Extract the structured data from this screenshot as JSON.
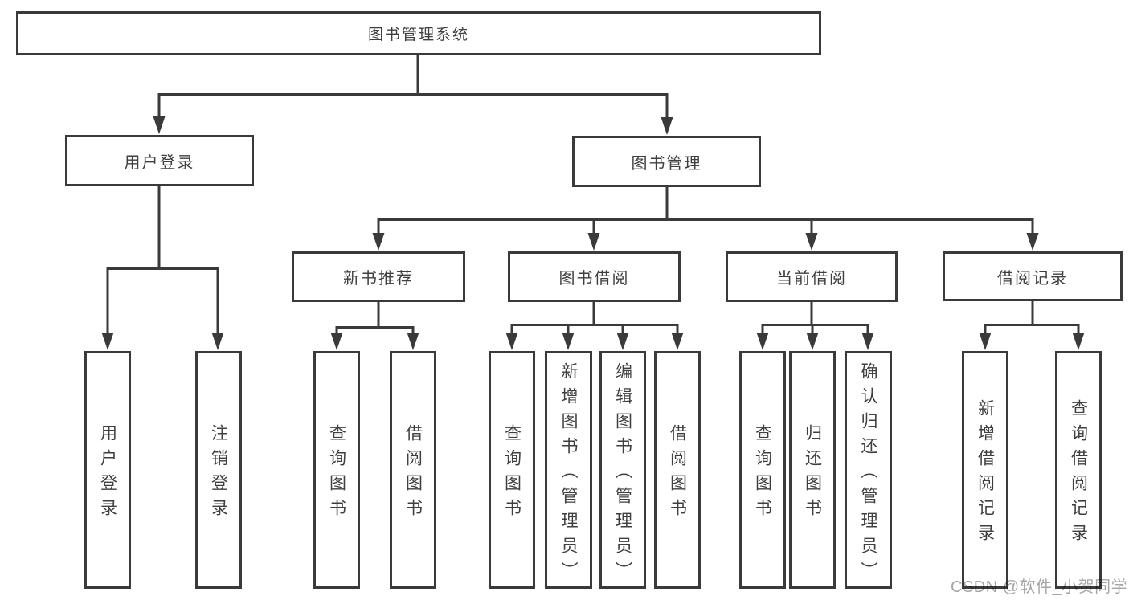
{
  "diagram": {
    "watermark": "CSDN @软件_小贺同学",
    "colors": {
      "line": "#3a3a3a",
      "box_border": "#3a3a3a",
      "box_fill": "#ffffff",
      "text": "#3f3f3f",
      "watermark": "#a6a6a6",
      "background": "#ffffff"
    },
    "nodes": {
      "root": {
        "label": "图书管理系统"
      },
      "level1": [
        {
          "label": "用户登录"
        },
        {
          "label": "图书管理"
        }
      ],
      "level2": [
        {
          "label": "新书推荐",
          "parent": "图书管理"
        },
        {
          "label": "图书借阅",
          "parent": "图书管理"
        },
        {
          "label": "当前借阅",
          "parent": "图书管理"
        },
        {
          "label": "借阅记录",
          "parent": "图书管理"
        }
      ],
      "leaves": [
        {
          "label": "用户登录",
          "parent": "用户登录"
        },
        {
          "label": "注销登录",
          "parent": "用户登录"
        },
        {
          "label": "查询图书",
          "parent": "新书推荐"
        },
        {
          "label": "借阅图书",
          "parent": "新书推荐"
        },
        {
          "label": "查询图书",
          "parent": "图书借阅"
        },
        {
          "label": "新增图书（管理员）",
          "parent": "图书借阅"
        },
        {
          "label": "编辑图书（管理员）",
          "parent": "图书借阅"
        },
        {
          "label": "借阅图书",
          "parent": "图书借阅"
        },
        {
          "label": "查询图书",
          "parent": "当前借阅"
        },
        {
          "label": "归还图书",
          "parent": "当前借阅"
        },
        {
          "label": "确认归还（管理员）",
          "parent": "当前借阅"
        },
        {
          "label": "新增借阅记录",
          "parent": "借阅记录"
        },
        {
          "label": "查询借阅记录",
          "parent": "借阅记录"
        }
      ]
    }
  }
}
